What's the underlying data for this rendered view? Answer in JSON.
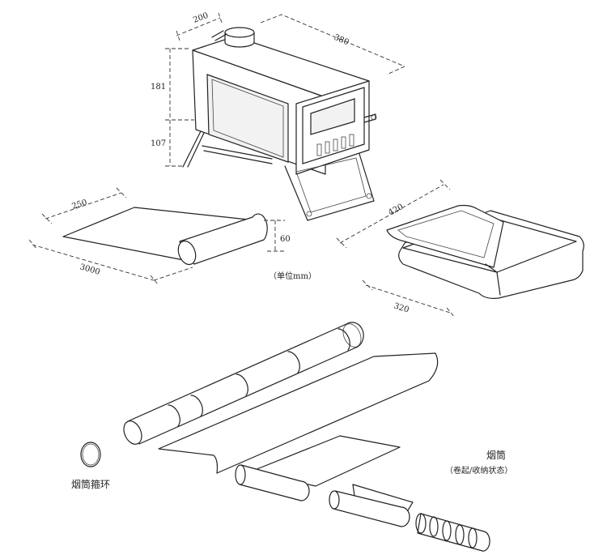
{
  "stove": {
    "dim_depth": "200",
    "dim_length": "380",
    "dim_body_height": "181",
    "dim_leg_height": "107"
  },
  "heat_shield_roll": {
    "dim_width": "250",
    "dim_length": "3000",
    "dim_roll_diameter": "60"
  },
  "unit_note": "（单位mm）",
  "storage_box": {
    "dim_length": "420",
    "dim_width": "320"
  },
  "chimney": {
    "label": "烟筒",
    "sublabel": "（卷起/收纳状态）"
  },
  "chimney_ring": {
    "label": "烟筒箍环"
  }
}
